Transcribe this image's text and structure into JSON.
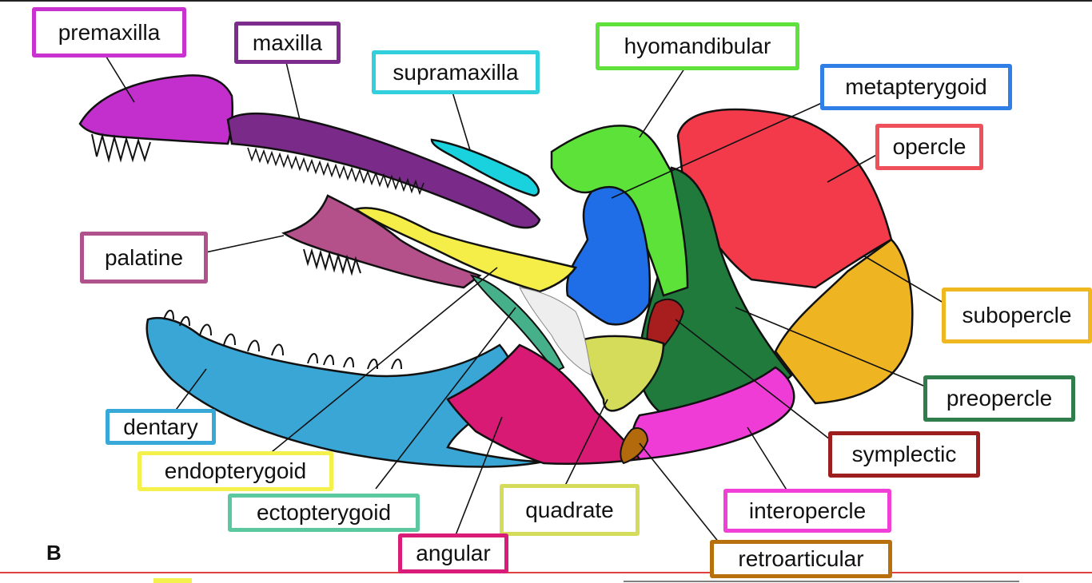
{
  "diagram": {
    "panel_letter": "B",
    "labels": [
      {
        "id": "premaxilla",
        "text": "premaxilla",
        "color": "#c832cf"
      },
      {
        "id": "maxilla",
        "text": "maxilla",
        "color": "#7b2c8c"
      },
      {
        "id": "supramaxilla",
        "text": "supramaxilla",
        "color": "#32d0dc"
      },
      {
        "id": "hyomandibular",
        "text": "hyomandibular",
        "color": "#5fe23c"
      },
      {
        "id": "metapterygoid",
        "text": "metapterygoid",
        "color": "#2f7fe6"
      },
      {
        "id": "opercle",
        "text": "opercle",
        "color": "#f0505a"
      },
      {
        "id": "palatine",
        "text": "palatine",
        "color": "#b0528c"
      },
      {
        "id": "subopercle",
        "text": "subopercle",
        "color": "#f0b820"
      },
      {
        "id": "preopercle",
        "text": "preopercle",
        "color": "#2e7d4a"
      },
      {
        "id": "dentary",
        "text": "dentary",
        "color": "#38a8d8"
      },
      {
        "id": "symplectic",
        "text": "symplectic",
        "color": "#9c1e1e"
      },
      {
        "id": "endopterygoid",
        "text": "endopterygoid",
        "color": "#f4f04c"
      },
      {
        "id": "ectopterygoid",
        "text": "ectopterygoid",
        "color": "#5cc8a0"
      },
      {
        "id": "quadrate",
        "text": "quadrate",
        "color": "#d4dc5a"
      },
      {
        "id": "interopercle",
        "text": "interopercle",
        "color": "#f040d8"
      },
      {
        "id": "angular",
        "text": "angular",
        "color": "#d81c78"
      },
      {
        "id": "retroarticular",
        "text": "retroarticular",
        "color": "#b8700c"
      }
    ]
  }
}
